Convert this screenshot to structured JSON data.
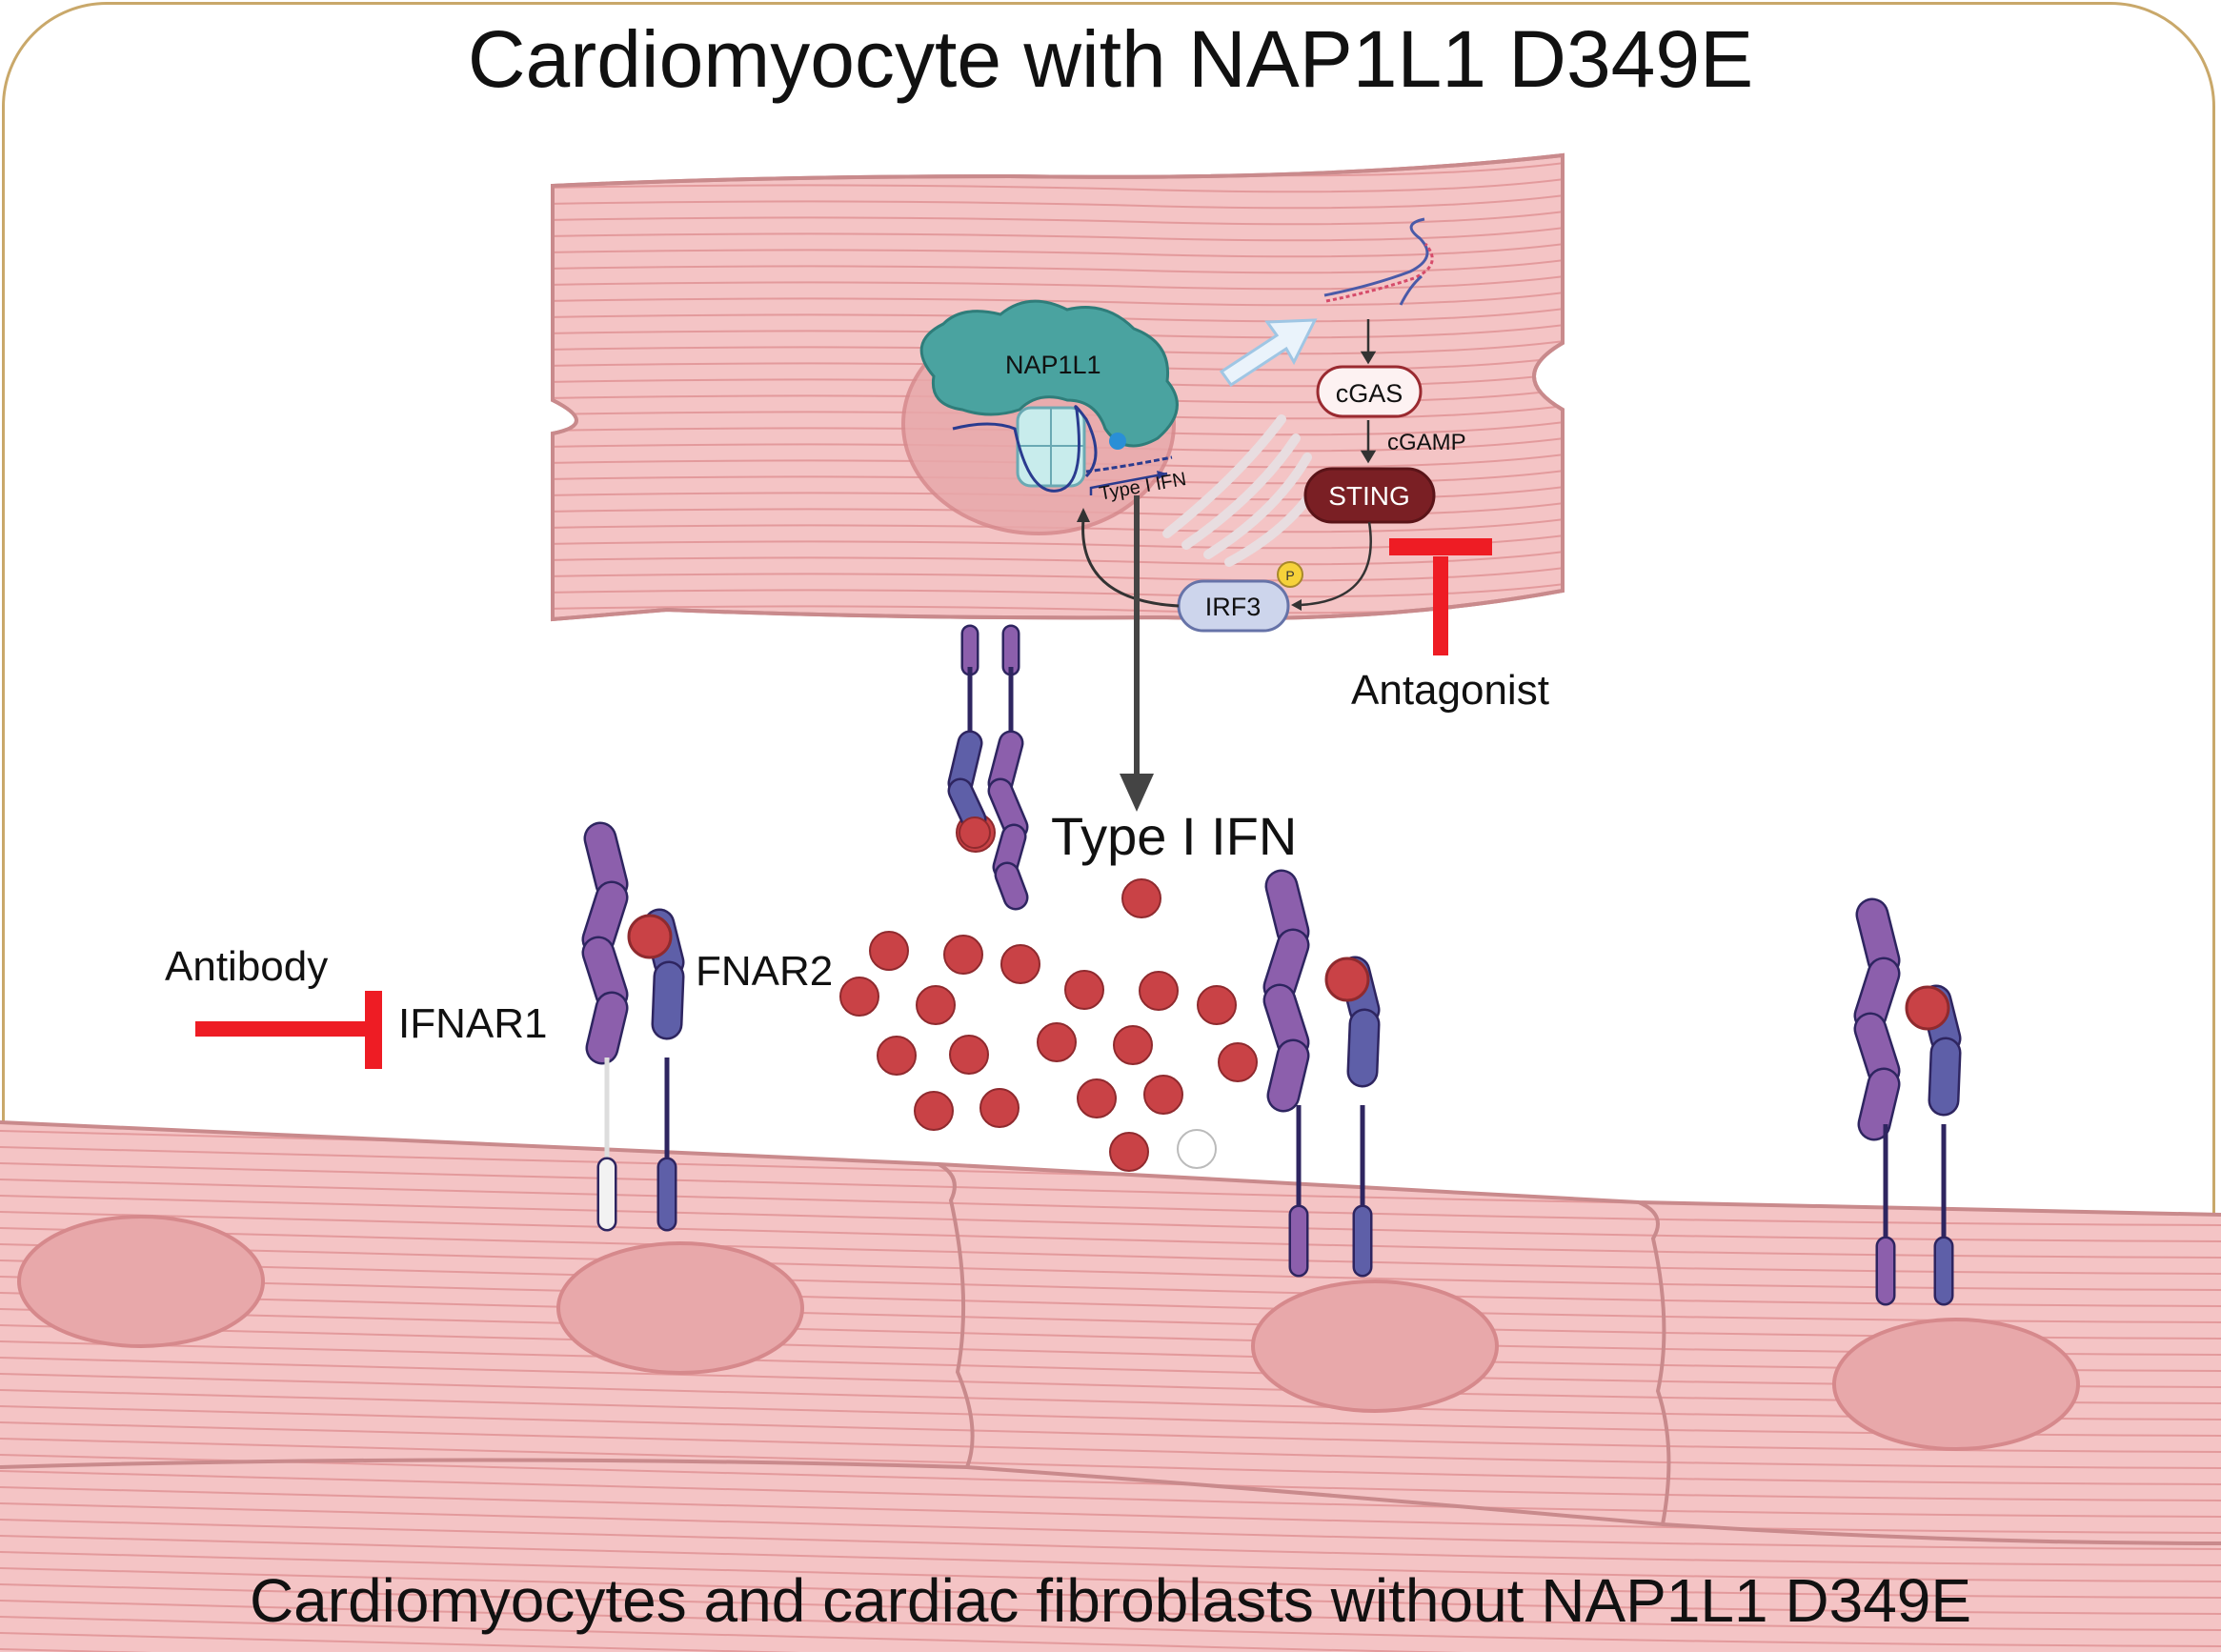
{
  "title": "Cardiomyocyte with NAP1L1 D349E",
  "footer": "Cardiomyocytes and cardiac fibroblasts without NAP1L1 D349E",
  "labels": {
    "nap1l1": "NAP1L1",
    "type1ifn_gene": "Type I IFN",
    "cgas": "cGAS",
    "cgamp": "cGAMP",
    "sting": "STING",
    "irf3": "IRF3",
    "phospho": "P",
    "antagonist": "Antagonist",
    "type1ifn_secreted": "Type I IFN",
    "antibody": "Antibody",
    "ifnar1": "IFNAR1",
    "fnar2": "FNAR2"
  },
  "colors": {
    "muscle": "#f4c4c5",
    "striation": "#e39a9c",
    "nucleus": "#e8a8aa",
    "ifn_ball": "#c94246",
    "ifnar1": "#8c5fac",
    "ifnar2": "#5e5fa8",
    "inhibitor": "#ee1c24",
    "sting": "#7a1f24",
    "border": "#c9a86a"
  }
}
